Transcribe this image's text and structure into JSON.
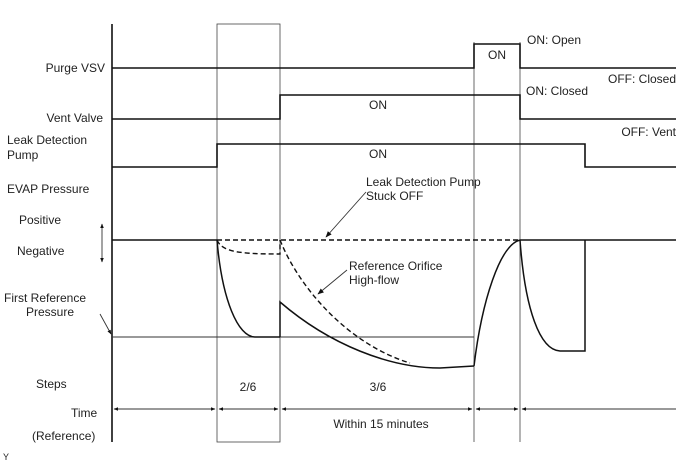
{
  "labels": {
    "purge_vsv": "Purge VSV",
    "vent_valve": "Vent Valve",
    "ldp_line1": "Leak Detection",
    "ldp_line2": "Pump",
    "evap_pressure": "EVAP Pressure",
    "positive": "Positive",
    "negative": "Negative",
    "first_ref_line1": "First Reference",
    "first_ref_line2": "Pressure",
    "steps": "Steps",
    "time": "Time",
    "reference": "(Reference)"
  },
  "signal_text": {
    "purge_on": "ON",
    "purge_on_state": "ON: Open",
    "purge_off_state": "OFF: Closed",
    "vent_on": "ON",
    "vent_on_state": "ON: Closed",
    "vent_off_state": "OFF: Vent",
    "pump_on": "ON"
  },
  "annotations": {
    "stuck_line1": "Leak Detection Pump",
    "stuck_line2": "Stuck OFF",
    "orifice_line1": "Reference Orifice",
    "orifice_line2": "High-flow"
  },
  "steps": {
    "step2": "2/6",
    "step3": "3/6",
    "duration": "Within 15 minutes"
  },
  "footer": {
    "mark": "Y"
  }
}
